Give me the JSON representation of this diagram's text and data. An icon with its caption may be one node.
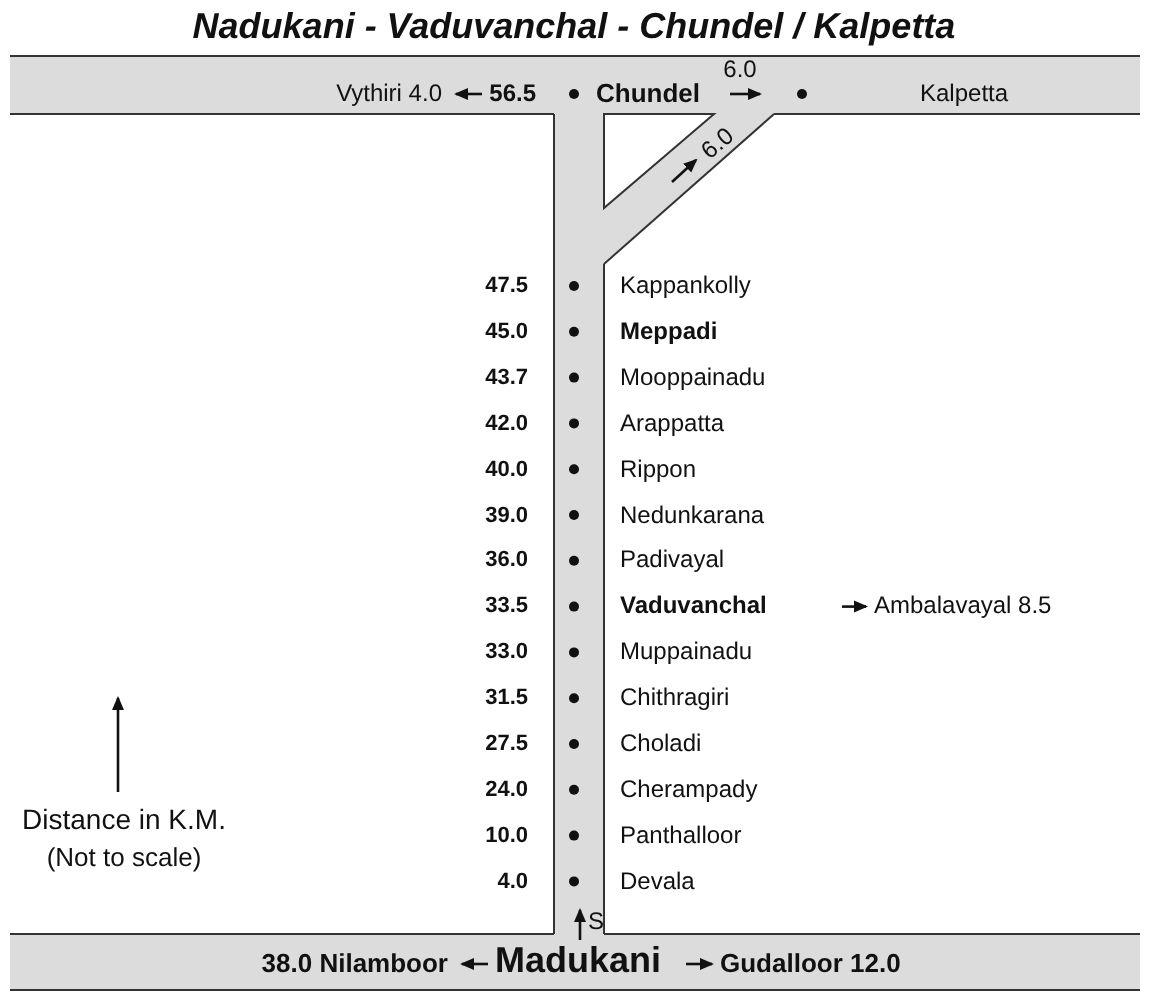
{
  "diagram": {
    "title": "Nadukani - Vaduvanchal - Chundel / Kalpetta",
    "labels": [
      "Vythiri 4.0",
      "56.5",
      "Chundel",
      "6.0",
      "Kalpetta",
      "6.0",
      "47.5",
      "Kappankolly",
      "45.0",
      "Meppadi",
      "43.7",
      "Mooppainadu",
      "42.0",
      "Arappatta",
      "40.0",
      "Rippon",
      "39.0",
      "Nedunkarana",
      "36.0",
      "Padivayal",
      "33.5",
      "Vaduvanchal",
      "Ambalavayal 8.5",
      "33.0",
      "Muppainadu",
      "31.5",
      "Chithragiri",
      "27.5",
      "Choladi",
      "24.0",
      "Cherampady",
      "10.0",
      "Panthalloor",
      "4.0",
      "Devala",
      "Distance in K.M.",
      "(Not to scale)",
      "S",
      "38.0 Nilamboor",
      "Madukani",
      "Gudalloor 12.0"
    ]
  }
}
